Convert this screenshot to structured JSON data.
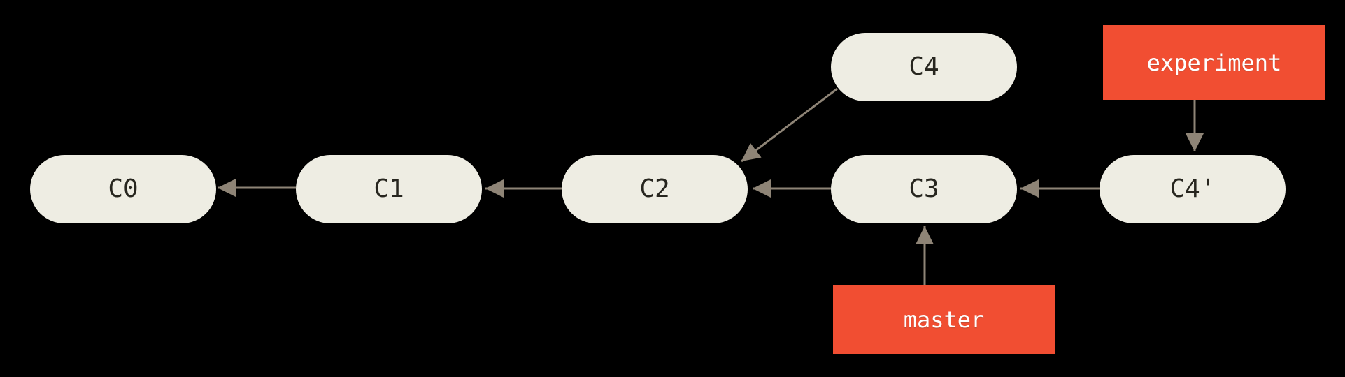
{
  "diagram": {
    "kind": "git-commit-graph",
    "commits": [
      {
        "id": "c0",
        "label": "C0"
      },
      {
        "id": "c1",
        "label": "C1"
      },
      {
        "id": "c2",
        "label": "C2"
      },
      {
        "id": "c3",
        "label": "C3"
      },
      {
        "id": "c4",
        "label": "C4"
      },
      {
        "id": "c4-prime",
        "label": "C4'"
      }
    ],
    "branches": [
      {
        "id": "experiment",
        "label": "experiment",
        "points_to": "C4'"
      },
      {
        "id": "master",
        "label": "master",
        "points_to": "C3"
      }
    ],
    "edges": [
      {
        "from": "C1",
        "to": "C0"
      },
      {
        "from": "C2",
        "to": "C1"
      },
      {
        "from": "C3",
        "to": "C2"
      },
      {
        "from": "C4",
        "to": "C2"
      },
      {
        "from": "C4'",
        "to": "C3"
      },
      {
        "from": "experiment",
        "to": "C4'"
      },
      {
        "from": "master",
        "to": "C3"
      }
    ],
    "colors": {
      "background": "#000000",
      "commit_fill": "#eeede3",
      "commit_text": "#27261f",
      "branch_fill": "#f14e32",
      "branch_text": "#ffffff",
      "arrow": "#8e8476"
    }
  }
}
